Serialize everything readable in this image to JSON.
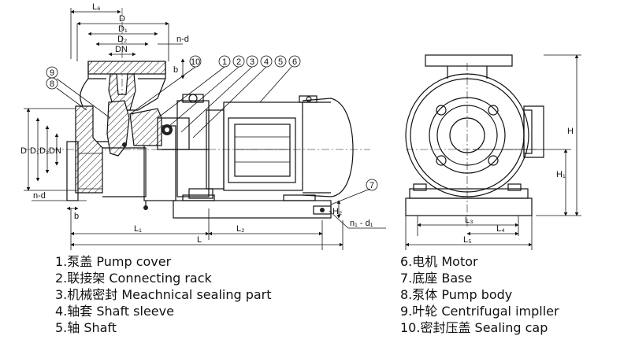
{
  "dimension_labels": {
    "L6": "L₆",
    "D_top": "D",
    "D1_top": "D₁",
    "D2_top": "D₂",
    "DN_top": "DN",
    "nd_top": "n-d",
    "b_top": "b",
    "D_left": "D",
    "D1_left": "D₁",
    "D2_left": "D₂",
    "DN_left": "DN",
    "nd_left": "n-d",
    "b_left": "b",
    "L1": "L₁",
    "L2": "L₂",
    "L": "L",
    "H2": "H₂",
    "n1d1": "n₁ - d₁",
    "H": "H",
    "H1": "H₁",
    "L3": "L₃",
    "L4": "L₄",
    "L5": "L₅"
  },
  "callouts": [
    "1",
    "2",
    "3",
    "4",
    "5",
    "6",
    "7",
    "8",
    "9",
    "10"
  ],
  "legend_left": [
    "1.泵盖 Pump cover",
    "2.联接架 Connecting rack",
    "3.机械密封 Meachnical sealing part",
    "4.轴套 Shaft sleeve",
    "5.轴 Shaft"
  ],
  "legend_right": [
    "6.电机 Motor",
    "7.底座 Base",
    "8.泵体 Pump body",
    "9.叶轮 Centrifugal impller",
    "10.密封压盖 Sealing cap"
  ]
}
